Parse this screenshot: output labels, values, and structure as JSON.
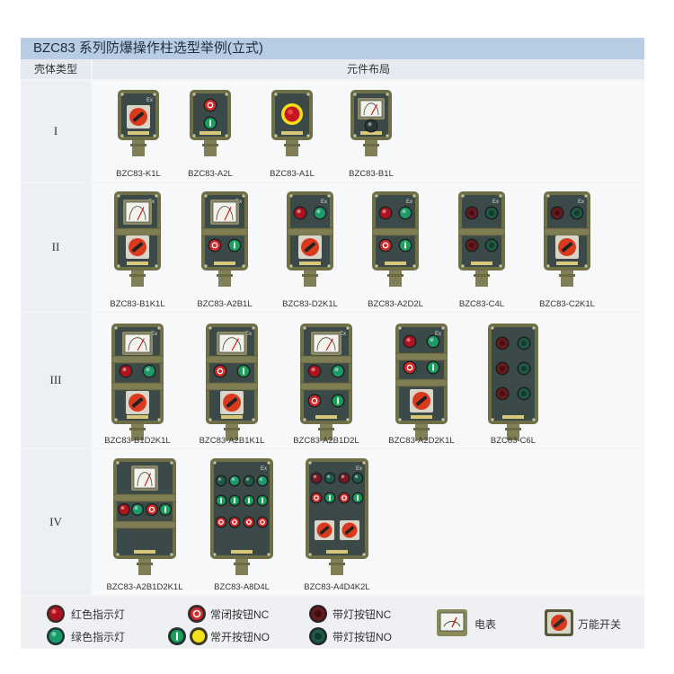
{
  "title": "BZC83 系列防爆操作柱选型举例(立式)",
  "header": {
    "type_col": "壳体类型",
    "layout_col": "元件布局"
  },
  "rows": [
    {
      "label": "I",
      "models": [
        "BZC83-K1L",
        "BZC83-A2L",
        "BZC83-A1L",
        "BZC83-B1L"
      ]
    },
    {
      "label": "II",
      "models": [
        "BZC83-B1K1L",
        "BZC83-A2B1L",
        "BZC83-D2K1L",
        "BZC83-A2D2L",
        "BZC83-C4L",
        "BZC83-C2K1L"
      ]
    },
    {
      "label": "III",
      "models": [
        "BZC83-B1D2K1L",
        "BZC83-A2B1K1L",
        "BZC83-A2B1D2L",
        "BZC83-A2D2K1L",
        "BZC83-C6L"
      ]
    },
    {
      "label": "IV",
      "models": [
        "BZC83-A2B1D2K1L",
        "BZC83-A8D4L",
        "BZC83-A4D4K2L"
      ]
    }
  ],
  "device_text": {
    "badge": "Ex"
  },
  "legend": {
    "red_lamp": "红色指示灯",
    "green_lamp": "绿色指示灯",
    "nc_button": "常闭按钮NC",
    "no_button": "常开按钮NO",
    "lit_nc_button": "带灯按钮NC",
    "lit_no_button": "带灯按钮NO",
    "meter": "电表",
    "universal_switch": "万能开关"
  },
  "colors": {
    "housing": "#6e6e47",
    "face": "#3b4a48",
    "red": "#b0121e",
    "green": "#1c9a6a",
    "yellow": "#f3e01a",
    "title_bar": "#b8cde3"
  }
}
